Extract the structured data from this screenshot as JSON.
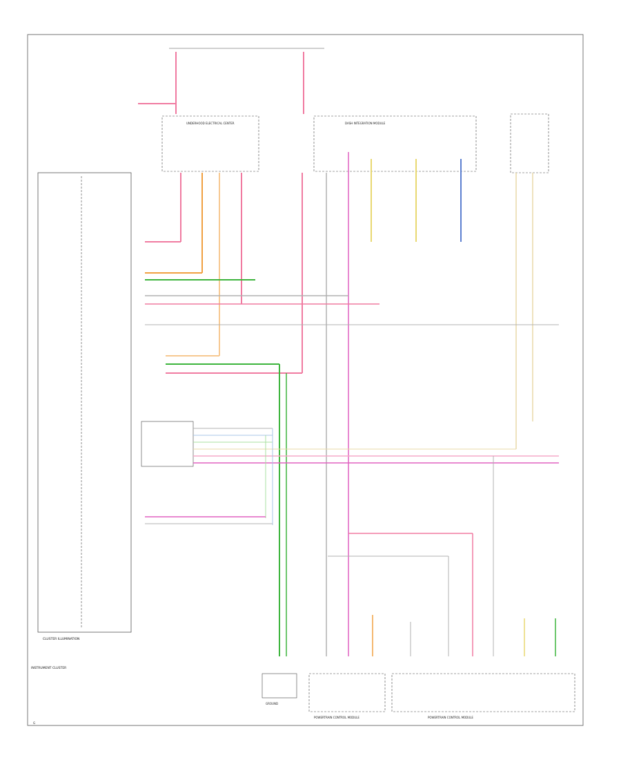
{
  "title": "",
  "wire_colors": {
    "pink": "#f07aa0",
    "pink_light": "#f5a8c8",
    "orange": "#f0a040",
    "orange_light": "#f7c890",
    "green": "#3cb43c",
    "green_light": "#a8e0a0",
    "yellow": "#e8d870",
    "blue": "#5b7fd0",
    "blue_light": "#a8c4e8",
    "gray": "#b0b0b0",
    "tan": "#e8d8a8",
    "violet": "#c070d8",
    "magenta": "#e060c0",
    "black": "#333333"
  },
  "blocks": {
    "left_panel": "INSTRUMENT CLUSTER",
    "left_footer": "CLUSTER ILLUMINATION",
    "underhood_fuse": "UNDERHOOD ELECTRICAL CENTER",
    "dash_fuse": "DASH INTEGRATION MODULE",
    "pcm_left": "POWERTRAIN CONTROL MODULE",
    "pcm_right": "POWERTRAIN CONTROL MODULE",
    "bottom_ground": "GROUND"
  },
  "footer_code": "G"
}
